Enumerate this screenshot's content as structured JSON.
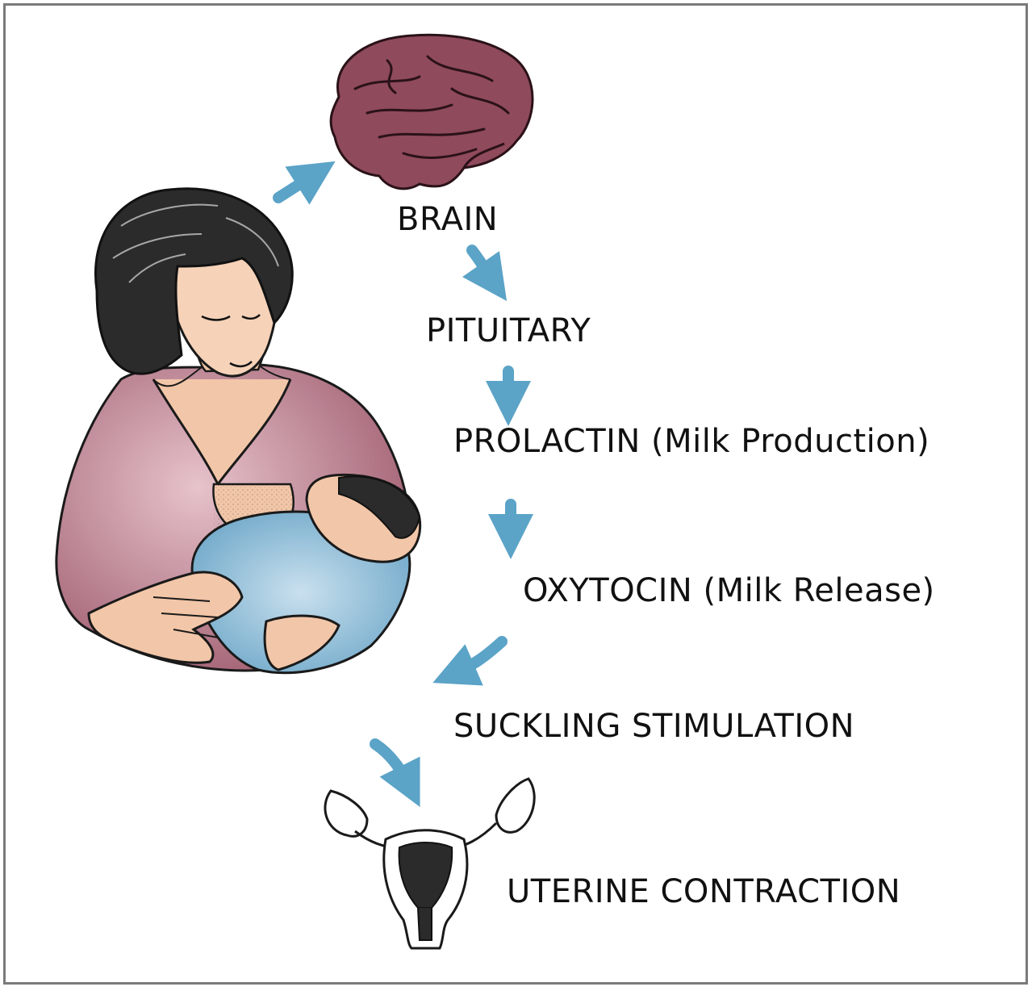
{
  "colors": {
    "arrow": "#5ba3c7",
    "brain": "#8f4a5c",
    "shirt": "#b07080",
    "blanket": "#8fbcd6",
    "skin": "#f2c6a8",
    "frame": "#7a7a7a"
  },
  "steps": {
    "brain": "BRAIN",
    "pituitary": "PITUITARY",
    "prolactin": "PROLACTIN (Milk Production)",
    "oxytocin": "OXYTOCIN (Milk Release)",
    "suckling": "SUCKLING STIMULATION",
    "uterine": "UTERINE CONTRACTION"
  }
}
